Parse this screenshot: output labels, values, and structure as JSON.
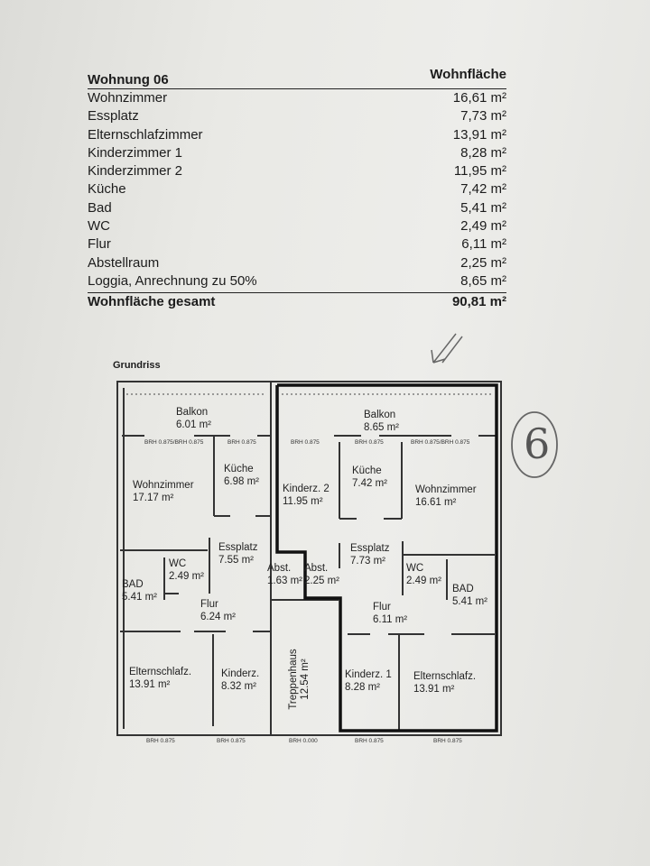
{
  "table": {
    "title": "Wohnung 06",
    "column_header": "Wohnfläche",
    "rows": [
      {
        "room": "Wohnzimmer",
        "area": "16,61 m²"
      },
      {
        "room": "Essplatz",
        "area": "7,73 m²"
      },
      {
        "room": "Elternschlafzimmer",
        "area": "13,91 m²"
      },
      {
        "room": "Kinderzimmer 1",
        "area": "8,28 m²"
      },
      {
        "room": "Kinderzimmer 2",
        "area": "11,95 m²"
      },
      {
        "room": "Küche",
        "area": "7,42 m²"
      },
      {
        "room": "Bad",
        "area": "5,41 m²"
      },
      {
        "room": "WC",
        "area": "2,49 m²"
      },
      {
        "room": "Flur",
        "area": "6,11 m²"
      },
      {
        "room": "Abstellraum",
        "area": "2,25 m²"
      },
      {
        "room": "Loggia, Anrechnung zu 50%",
        "area": "8,65 m²"
      }
    ],
    "total_label": "Wohnfläche gesamt",
    "total_value": "90,81 m²"
  },
  "plan": {
    "title": "Grundriss",
    "rooms": {
      "balkon_l": {
        "name": "Balkon",
        "area": "6.01 m²"
      },
      "balkon_r": {
        "name": "Balkon",
        "area": "8.65 m²"
      },
      "kueche_l": {
        "name": "Küche",
        "area": "6.98 m²"
      },
      "kueche_r": {
        "name": "Küche",
        "area": "7.42 m²"
      },
      "wohn_l": {
        "name": "Wohnzimmer",
        "area": "17.17 m²"
      },
      "wohn_r": {
        "name": "Wohnzimmer",
        "area": "16.61 m²"
      },
      "kinder2": {
        "name": "Kinderz. 2",
        "area": "11.95 m²"
      },
      "ess_l": {
        "name": "Essplatz",
        "area": "7.55 m²"
      },
      "ess_r": {
        "name": "Essplatz",
        "area": "7.73 m²"
      },
      "wc_l": {
        "name": "WC",
        "area": "2.49 m²"
      },
      "wc_r": {
        "name": "WC",
        "area": "2.49 m²"
      },
      "abst_l": {
        "name": "Abst.",
        "area": "1.63 m²"
      },
      "abst_r": {
        "name": "Abst.",
        "area": "2.25 m²"
      },
      "bad_l": {
        "name": "BAD",
        "area": "5.41 m²"
      },
      "bad_r": {
        "name": "BAD",
        "area": "5.41 m²"
      },
      "flur_l": {
        "name": "Flur",
        "area": "6.24 m²"
      },
      "flur_r": {
        "name": "Flur",
        "area": "6.11 m²"
      },
      "eltern_l": {
        "name": "Elternschlafz.",
        "area": "13.91 m²"
      },
      "eltern_r": {
        "name": "Elternschlafz.",
        "area": "13.91 m²"
      },
      "kinder_l": {
        "name": "Kinderz.",
        "area": "8.32 m²"
      },
      "kinder1": {
        "name": "Kinderz. 1",
        "area": "8.28 m²"
      },
      "treppe": {
        "name": "Treppenhaus",
        "area": "12.54 m²"
      }
    },
    "brh_top": [
      "BRH 0.875/BRH 0.875",
      "BRH 0.875",
      "BRH 0.875",
      "BRH 0.875",
      "BRH 0.875/BRH 0.875"
    ],
    "brh_bottom": [
      "BRH 0.875",
      "BRH 0.875",
      "BRH 0.000",
      "BRH 0.875",
      "BRH 0.875"
    ]
  },
  "annotation": {
    "handwritten_number": "6"
  }
}
